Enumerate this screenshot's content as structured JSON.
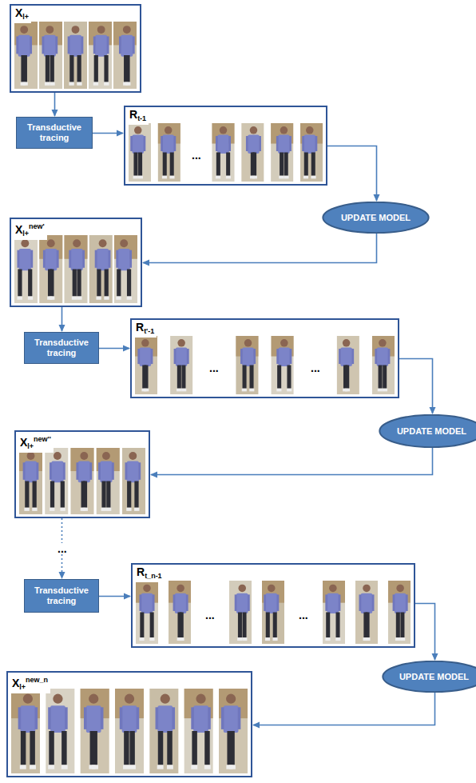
{
  "diagram": {
    "nodes": [
      {
        "text": [
          "X",
          "l+"
        ]
      },
      {
        "text": [
          "Transductive tracing"
        ]
      },
      {
        "text": [
          "R",
          "t-1"
        ]
      },
      {
        "text": [
          "UPDATE MODEL"
        ]
      },
      {
        "text": [
          "X",
          "l+",
          "new'"
        ]
      },
      {
        "text": [
          "Transductive tracing"
        ]
      },
      {
        "text": [
          "R",
          "t'-1"
        ]
      },
      {
        "text": [
          "UPDATE MODEL"
        ]
      },
      {
        "text": [
          "X",
          "l+",
          "new''"
        ]
      },
      {
        "text": [
          "Transductive tracing"
        ]
      },
      {
        "text": [
          "R",
          "t_n-1"
        ]
      },
      {
        "text": [
          "UPDATE MODEL"
        ]
      },
      {
        "text": [
          "X",
          "l+",
          "new_n"
        ]
      }
    ],
    "edges": [
      {
        "from": 0,
        "to": 1,
        "arrow": "to"
      },
      {
        "from": 1,
        "to": 2,
        "arrow": "to"
      },
      {
        "from": 2,
        "to": 3,
        "arrow": "to"
      },
      {
        "from": 3,
        "to": 4,
        "arrow": "to"
      },
      {
        "from": 4,
        "to": 5,
        "arrow": "to"
      },
      {
        "from": 5,
        "to": 6,
        "arrow": "to"
      },
      {
        "from": 6,
        "to": 7,
        "arrow": "to"
      },
      {
        "from": 7,
        "to": 8,
        "arrow": "to"
      },
      {
        "from": 8,
        "to": 9,
        "label": "...",
        "arrow": "to"
      },
      {
        "from": 9,
        "to": 10,
        "arrow": "to"
      },
      {
        "from": 10,
        "to": 11,
        "arrow": "to"
      },
      {
        "from": 11,
        "to": 12,
        "arrow": "to"
      }
    ],
    "labels": [
      "...",
      "...",
      "...",
      "...",
      "...",
      "..."
    ]
  }
}
